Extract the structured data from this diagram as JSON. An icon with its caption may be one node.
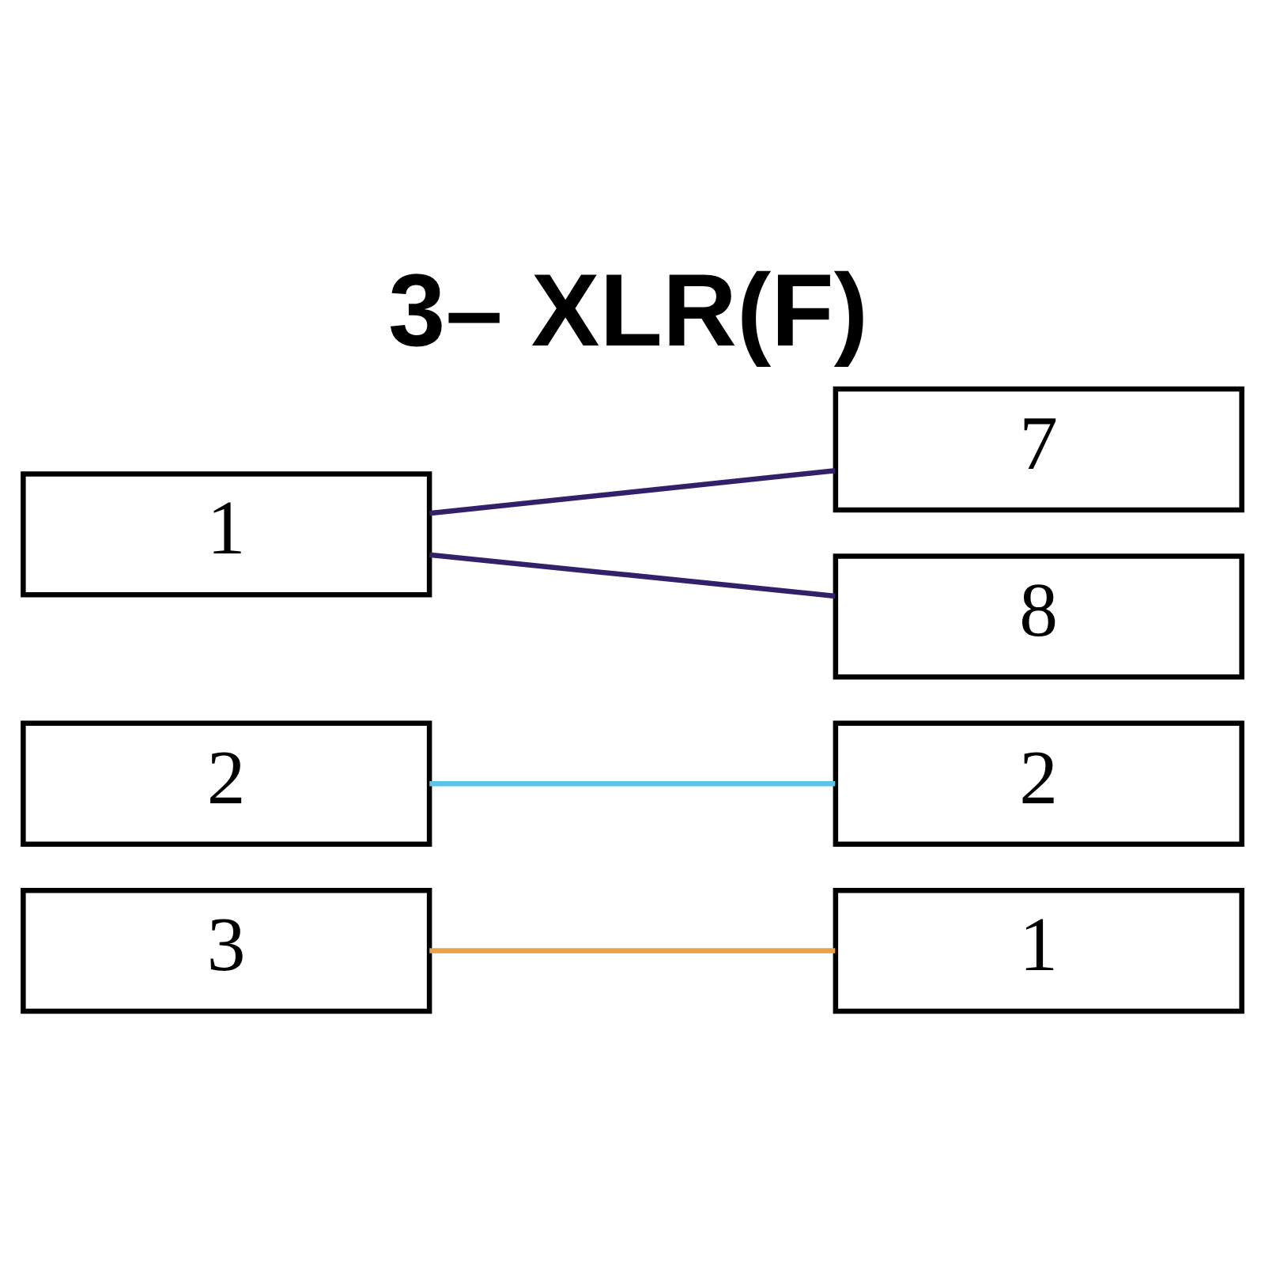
{
  "diagram": {
    "title": "3– XLR(F)",
    "nodes": [
      {
        "text": [
          "3"
        ]
      },
      {
        "text": [
          "2"
        ]
      },
      {
        "text": [
          "1"
        ]
      },
      {
        "text": [
          "7"
        ]
      },
      {
        "text": [
          "8"
        ]
      },
      {
        "text": [
          "2"
        ]
      },
      {
        "text": [
          "1"
        ]
      }
    ],
    "edges": [
      {
        "from": 0,
        "to": 6,
        "arrow": "none",
        "color": "#e8a24a"
      },
      {
        "from": 1,
        "to": 5,
        "arrow": "none",
        "color": "#5bc3ea"
      },
      {
        "from": 2,
        "to": 3,
        "arrow": "none",
        "color": "#33206b"
      },
      {
        "from": 2,
        "to": 4,
        "arrow": "none",
        "color": "#33206b"
      }
    ]
  }
}
